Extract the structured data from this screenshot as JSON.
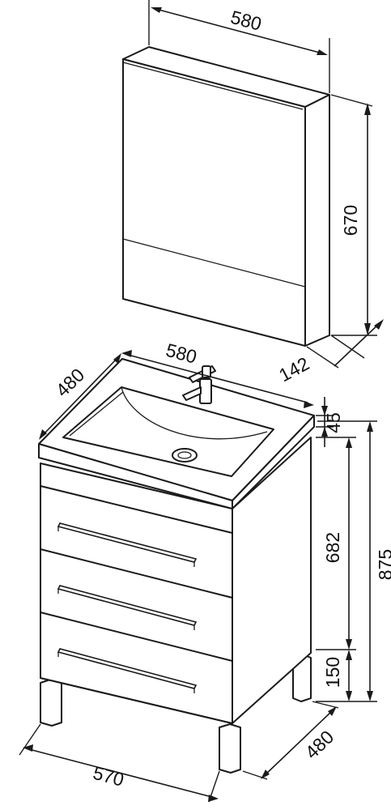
{
  "dimensions": {
    "cabinet_width": "580",
    "cabinet_height": "670",
    "cabinet_depth": "142",
    "basin_width": "580",
    "basin_depth": "480",
    "basin_thickness": "45",
    "body_height": "682",
    "total_height": "875",
    "leg_height": "150",
    "base_width": "570",
    "base_depth": "480"
  },
  "colors": {
    "line": "#1a1a1a",
    "background": "#ffffff"
  }
}
